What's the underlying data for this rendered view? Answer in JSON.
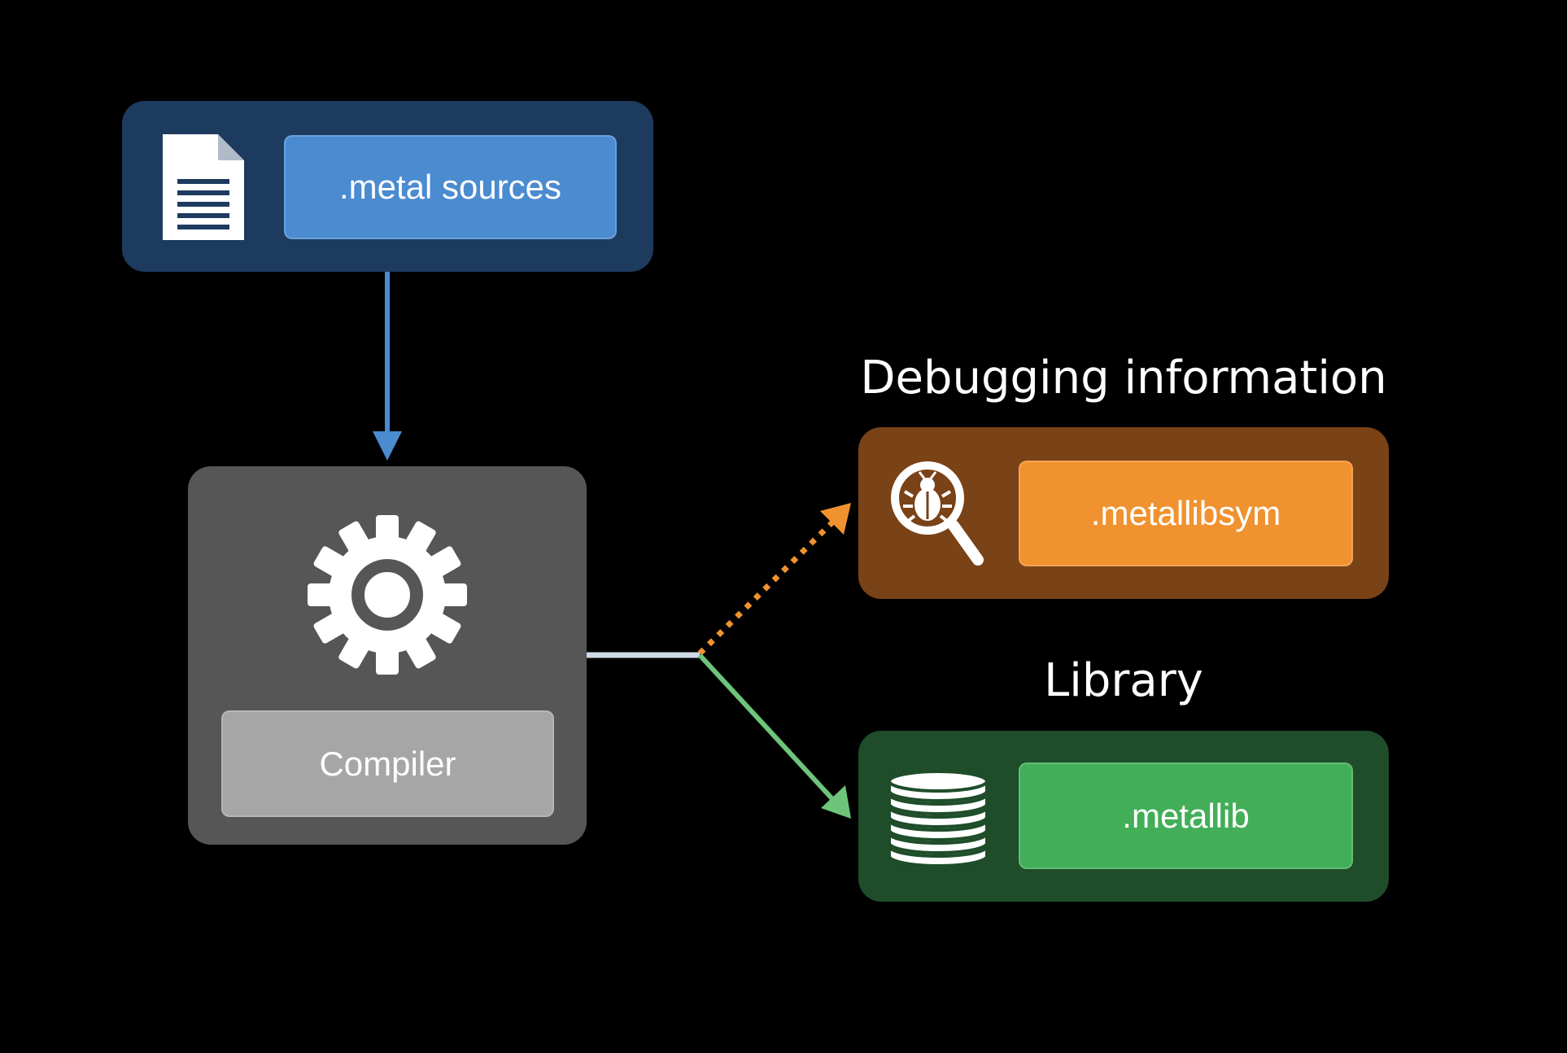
{
  "source": {
    "label": ".metal sources",
    "icon": "document-icon"
  },
  "compiler": {
    "label": "Compiler",
    "icon": "gear-icon"
  },
  "debug": {
    "heading": "Debugging information",
    "label": ".metallibsym",
    "icon": "bug-magnifier-icon"
  },
  "library": {
    "heading": "Library",
    "label": ".metallib",
    "icon": "database-stack-icon"
  },
  "colors": {
    "source_panel": "#1d3b5e",
    "source_chip": "#4b8bd0",
    "compiler_panel": "#565656",
    "compiler_chip": "#a6a6a6",
    "debug_panel": "#7a4217",
    "debug_chip": "#f0922f",
    "library_panel": "#1f4d2a",
    "library_chip": "#42ae58"
  }
}
